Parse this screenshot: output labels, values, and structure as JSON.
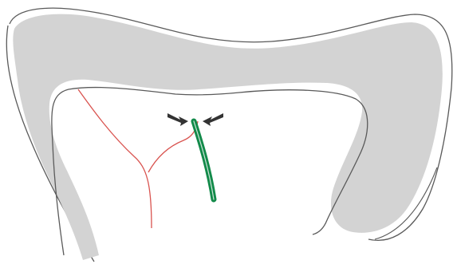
{
  "diagram": {
    "colors": {
      "background": "#ffffff",
      "tissue_fill": "#d3d3d3",
      "outline": "#5a5a5a",
      "vessel_red": "#d9534f",
      "tube_green": "#138a4a",
      "tube_highlight": "#ffffff",
      "arrow_fill": "#333333"
    },
    "elements": {
      "arch_structure": "curved-gray-organ-wall",
      "arrows": [
        "left-pointing-arrow",
        "right-pointing-arrow"
      ],
      "green_tube": "drain-tube",
      "red_vessels": [
        "red-vessel-branch-left",
        "red-vessel-branch-right"
      ]
    }
  }
}
